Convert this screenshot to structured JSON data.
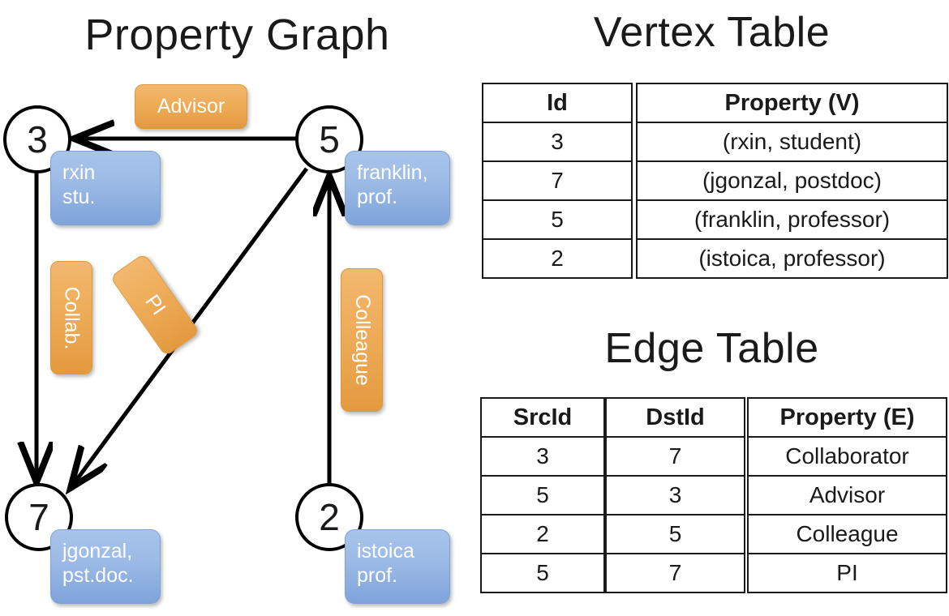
{
  "titles": {
    "property_graph": "Property Graph",
    "vertex_table": "Vertex Table",
    "edge_table": "Edge Table"
  },
  "graph": {
    "vertices": [
      {
        "id": "3",
        "property_line1": "rxin",
        "property_line2": "stu."
      },
      {
        "id": "5",
        "property_line1": "franklin,",
        "property_line2": "prof."
      },
      {
        "id": "7",
        "property_line1": "jgonzal,",
        "property_line2": "pst.doc."
      },
      {
        "id": "2",
        "property_line1": "istoica",
        "property_line2": "prof."
      }
    ],
    "edge_labels": [
      {
        "text": "Advisor"
      },
      {
        "text": "Collab."
      },
      {
        "text": "PI"
      },
      {
        "text": "Colleague"
      }
    ]
  },
  "vertex_table": {
    "headers": [
      "Id",
      "Property (V)"
    ],
    "rows": [
      {
        "id": "3",
        "property": "(rxin, student)"
      },
      {
        "id": "7",
        "property": "(jgonzal, postdoc)"
      },
      {
        "id": "5",
        "property": "(franklin, professor)"
      },
      {
        "id": "2",
        "property": "(istoica, professor)"
      }
    ]
  },
  "edge_table": {
    "headers": [
      "SrcId",
      "DstId",
      "Property (E)"
    ],
    "rows": [
      {
        "src": "3",
        "dst": "7",
        "property": "Collaborator"
      },
      {
        "src": "5",
        "dst": "3",
        "property": "Advisor"
      },
      {
        "src": "2",
        "dst": "5",
        "property": "Colleague"
      },
      {
        "src": "5",
        "dst": "7",
        "property": "PI"
      }
    ]
  },
  "colors": {
    "vertex_property_blue": "#9dbbe6",
    "edge_label_orange": "#eeac58",
    "vertex_table_header_fill": "#ccd9ee",
    "edge_table_header_fill": "#f6ddc3",
    "stroke": "#1a1a1a"
  }
}
